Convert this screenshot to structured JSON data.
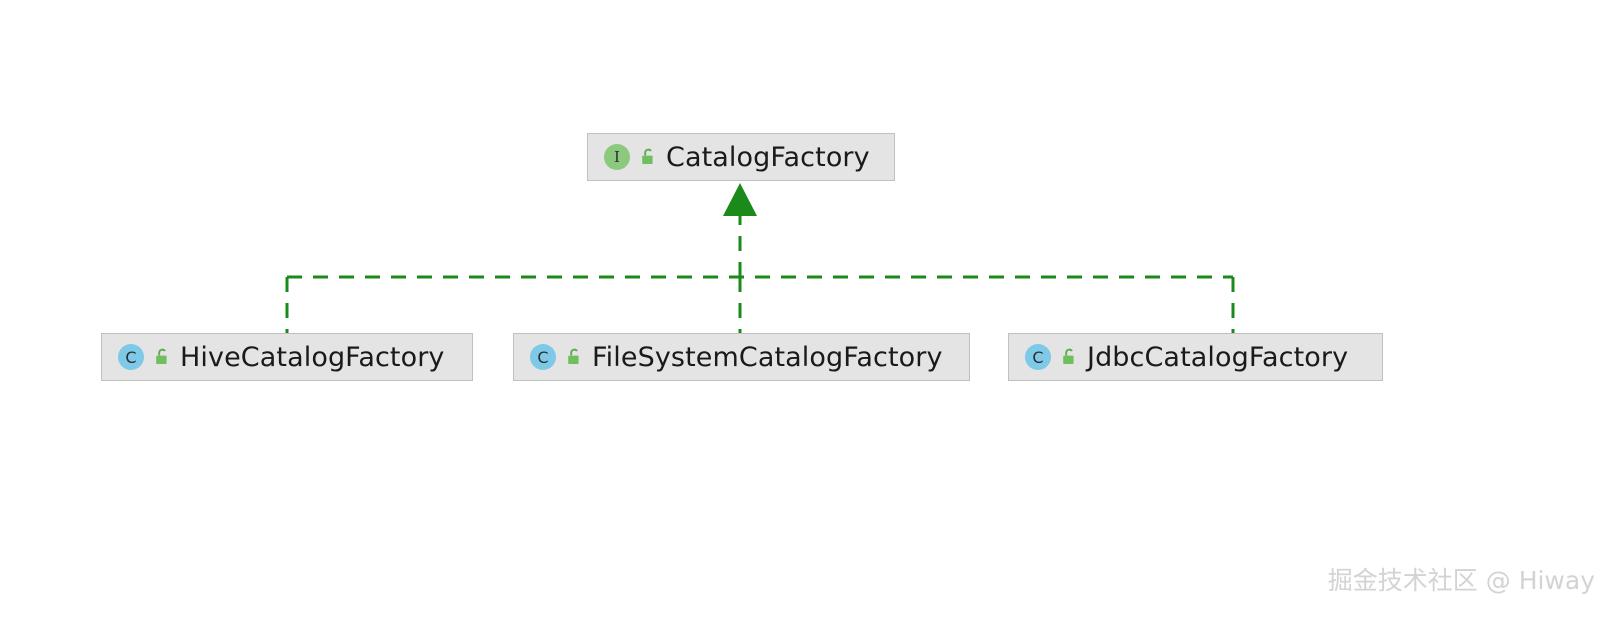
{
  "diagram": {
    "type": "uml-class-hierarchy",
    "relationship": "realization",
    "connector_color": "#1a8a1a",
    "node_fill": "#e4e4e4",
    "node_border": "#c0c0c0",
    "interface_icon_color": "#8cc97f",
    "class_icon_color": "#7ec8e8",
    "lock_icon_color": "#5aab4f",
    "parent": {
      "name": "CatalogFactory",
      "stereotype": "interface",
      "type_glyph": "I",
      "visibility": "public"
    },
    "children": [
      {
        "name": "HiveCatalogFactory",
        "stereotype": "class",
        "type_glyph": "C",
        "visibility": "public"
      },
      {
        "name": "FileSystemCatalogFactory",
        "stereotype": "class",
        "type_glyph": "C",
        "visibility": "public"
      },
      {
        "name": "JdbcCatalogFactory",
        "stereotype": "class",
        "type_glyph": "C",
        "visibility": "public"
      }
    ]
  },
  "watermark": {
    "text": "掘金技术社区 @ Hiway"
  }
}
